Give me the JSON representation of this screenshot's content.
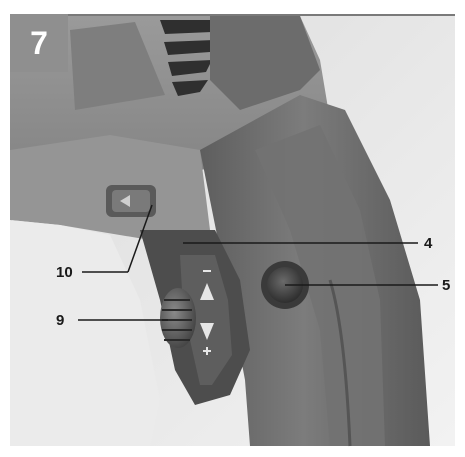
{
  "figure": {
    "number": "7"
  },
  "callouts": {
    "c4": "4",
    "c5": "5",
    "c9": "9",
    "c10": "10"
  },
  "colors": {
    "background": "#ececec",
    "housing": "#8c8c8c",
    "grip": "#6f6f6f",
    "shadow": "#4a4a4a"
  }
}
